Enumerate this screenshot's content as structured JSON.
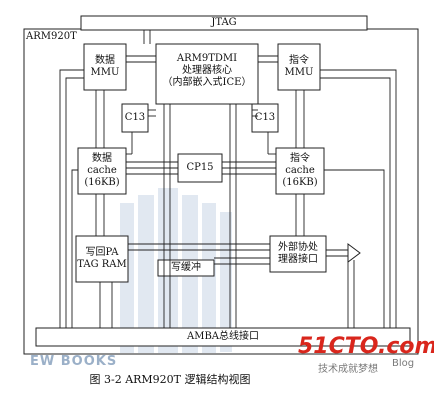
{
  "diagram": {
    "outer_label": "ARM920T",
    "jtag": "JTAG",
    "core": "ARM9TDMI\n处理器核心\n（内部嵌入式ICE）",
    "data_mmu": "数据\nMMU",
    "instr_mmu": "指令\nMMU",
    "c13_left": "C13",
    "c13_right": "C13",
    "data_cache": "数据\ncache\n(16KB)",
    "cp15": "CP15",
    "instr_cache": "指令\ncache\n(16KB)",
    "writeback": "写回PA\nTAG RAM",
    "write_buffer": "写缓冲",
    "coproc_iface": "外部协处\n理器接口",
    "amba": "AMBA总线接口"
  },
  "caption": "图 3-2    ARM920T 逻辑结构视图",
  "watermark": {
    "brand": "51CTO.com",
    "sub": "技术成就梦想",
    "blog": "Blog",
    "left_mark": "EW BOOKS"
  },
  "colors": {
    "line": "#222222",
    "wm_red": "#d9261c",
    "wm_blue": "#9bb0c8"
  }
}
